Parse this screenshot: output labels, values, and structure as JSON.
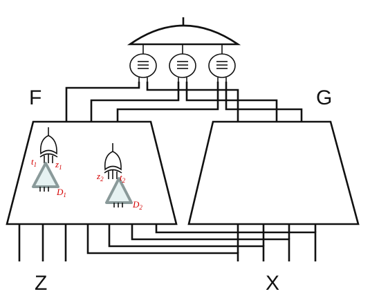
{
  "labels": {
    "F": "F",
    "G": "G",
    "Z": "Z",
    "X": "X"
  },
  "detectors": [
    {
      "var": "t",
      "sub": "1"
    },
    {
      "var": "z",
      "sub": "1"
    },
    {
      "var": "D",
      "sub": "1"
    },
    {
      "var": "z",
      "sub": "2"
    },
    {
      "var": "t",
      "sub": "2"
    },
    {
      "var": "D",
      "sub": "2"
    }
  ],
  "colors": {
    "line": "#111111",
    "annotation": "#d40000",
    "triangle_fill": "#e6f2f2",
    "triangle_stroke": "#8a9a9a"
  },
  "icons": {
    "equality": "equivalence-icon",
    "and_gate": "and-gate-icon",
    "xor_gate": "xor-gate-icon",
    "buffer": "buffer-triangle-icon"
  }
}
